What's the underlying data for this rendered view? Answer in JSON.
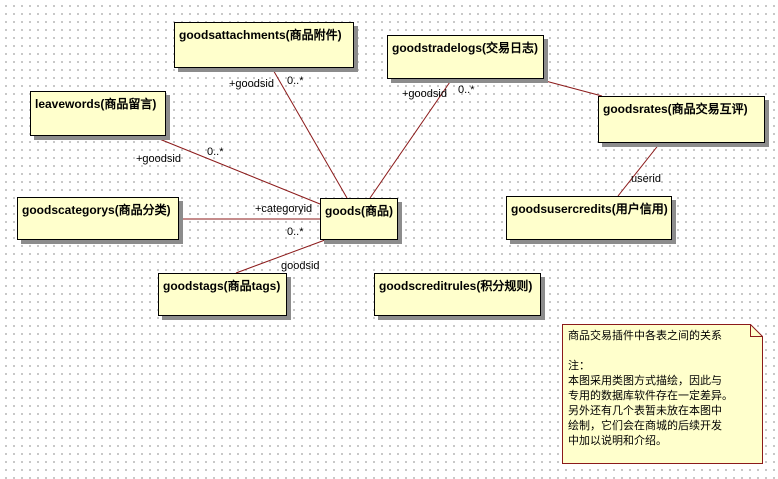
{
  "classes": {
    "goods": "goods(商品)",
    "goodsattachments": "goodsattachments(商品附件)",
    "goodstradelogs": "goodstradelogs(交易日志)",
    "leavewords": "leavewords(商品留言)",
    "goodsrates": "goodsrates(商品交易互评)",
    "goodscategorys": "goodscategorys(商品分类)",
    "goodsusercredits": "goodsusercredits(用户信用)",
    "goodstags": "goodstags(商品tags)",
    "goodscreditrules": "goodscreditrules(积分规则)"
  },
  "labels": {
    "attachments_role": "+goodsid",
    "attachments_mult": "0..*",
    "tradelogs_role": "+goodsid",
    "tradelogs_mult": "0..*",
    "leavewords_role": "+goodsid",
    "leavewords_mult": "0..*",
    "categorys_role": "+categoryid",
    "tags_mult": "0..*",
    "tags_role": "goodsid",
    "credits_role": "userid"
  },
  "note": {
    "title": "商品交易插件中各表之间的关系",
    "heading": "注：",
    "lines": [
      "本图采用类图方式描绘，因此与",
      "专用的数据库软件存在一定差异。",
      "另外还有几个表暂未放在本图中",
      "绘制，它们会在商城的后续开发",
      "中加以说明和介绍。"
    ]
  }
}
